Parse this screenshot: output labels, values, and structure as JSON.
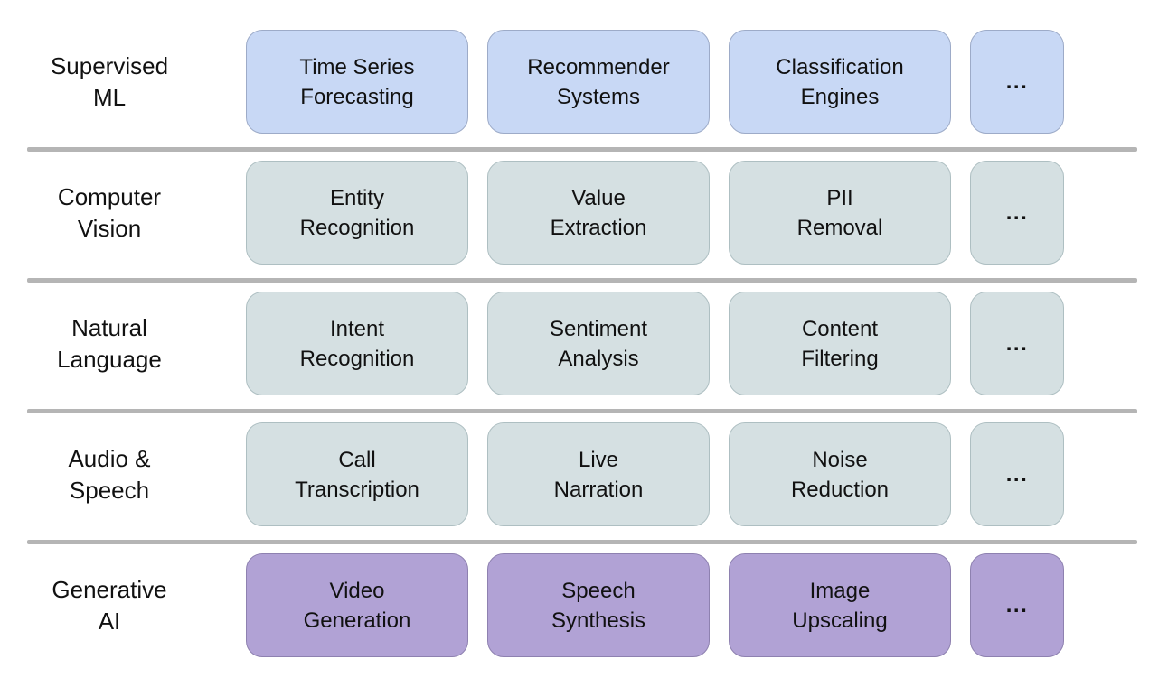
{
  "rows": [
    {
      "label_line1": "Supervised",
      "label_line2": "ML",
      "boxes": [
        {
          "line1": "Time Series",
          "line2": "Forecasting"
        },
        {
          "line1": "Recommender",
          "line2": "Systems"
        },
        {
          "line1": "Classification",
          "line2": "Engines"
        }
      ],
      "more_label": "..."
    },
    {
      "label_line1": "Computer",
      "label_line2": "Vision",
      "boxes": [
        {
          "line1": "Entity",
          "line2": "Recognition"
        },
        {
          "line1": "Value",
          "line2": "Extraction"
        },
        {
          "line1": "PII",
          "line2": "Removal"
        }
      ],
      "more_label": "..."
    },
    {
      "label_line1": "Natural",
      "label_line2": "Language",
      "boxes": [
        {
          "line1": "Intent",
          "line2": "Recognition"
        },
        {
          "line1": "Sentiment",
          "line2": "Analysis"
        },
        {
          "line1": "Content",
          "line2": "Filtering"
        }
      ],
      "more_label": "..."
    },
    {
      "label_line1": "Audio &",
      "label_line2": "Speech",
      "boxes": [
        {
          "line1": "Call",
          "line2": "Transcription"
        },
        {
          "line1": "Live",
          "line2": "Narration"
        },
        {
          "line1": "Noise",
          "line2": "Reduction"
        }
      ],
      "more_label": "..."
    },
    {
      "label_line1": "Generative",
      "label_line2": "AI",
      "boxes": [
        {
          "line1": "Video",
          "line2": "Generation"
        },
        {
          "line1": "Speech",
          "line2": "Synthesis"
        },
        {
          "line1": "Image",
          "line2": "Upscaling"
        }
      ],
      "more_label": "..."
    }
  ],
  "colors": {
    "blue_fill": "#c8d8f5",
    "blue_border": "#9dabc8",
    "teal_fill": "#d5e0e2",
    "teal_border": "#aebfc2",
    "purple_fill": "#b1a2d5",
    "purple_border": "#8e81b0",
    "divider": "#b5b5b5",
    "text": "#111111"
  }
}
